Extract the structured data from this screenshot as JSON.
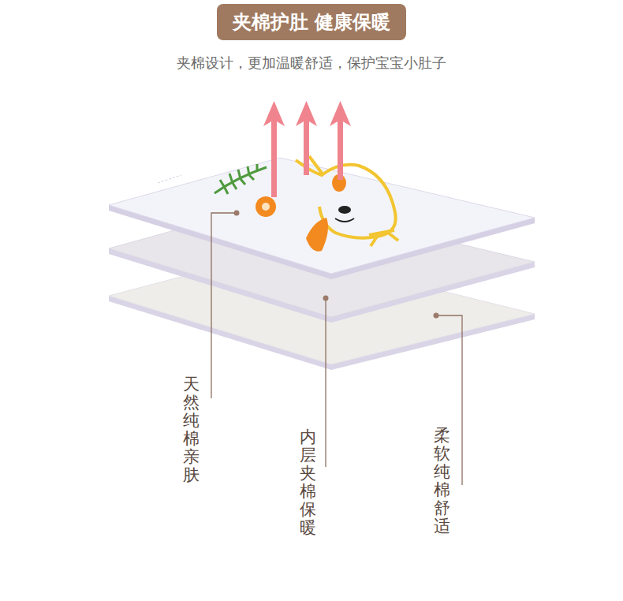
{
  "diagram": {
    "title": "夹棉护肚 健康保暖",
    "caption": "夹棉设计，更加温暖舒适，保护宝宝小肚子",
    "labels": [
      "天然纯棉 亲肤",
      "内层夹棉 保暖",
      "柔软纯棉 舒适"
    ]
  }
}
